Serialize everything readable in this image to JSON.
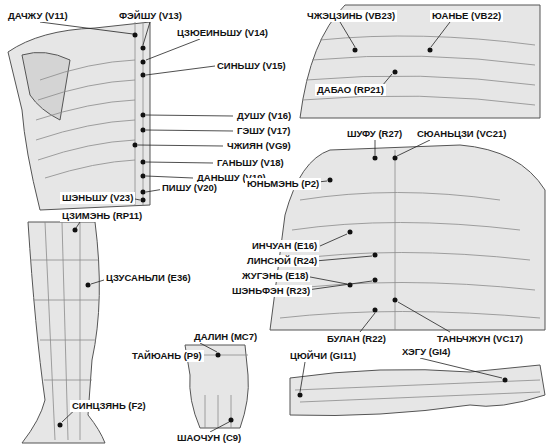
{
  "diagram": {
    "labels": [
      "ДАЧЖУ (V11)",
      "ФЭЙШУ (V13)",
      "ЦЗЮЕИНЬШУ (V14)",
      "СИНЬШУ (V15)",
      "ДУШУ (V16)",
      "ГЭШУ (V17)",
      "ЧЖИЯН (VG9)",
      "ГАНЬШУ (V18)",
      "ДАНЬШУ (V19)",
      "ПИШУ (V20)",
      "ШЭНЬШУ (V23)",
      "ЧЖЭЦЗИНЬ (VB23)",
      "ЮАНЬЕ (VB22)",
      "ДАБАО (RP21)",
      "ШУФУ (R27)",
      "СЮАНЬЦЗИ (VC21)",
      "ЮНЬМЭНЬ (P2)",
      "ИНЧУАН (E16)",
      "ЛИНСЮЙ (R24)",
      "ЖУГЭНЬ (E18)",
      "ШЭНЬФЭН (R23)",
      "БУЛАН (R22)",
      "ТАНЬЧЖУН (VC17)",
      "ЦЗИМЭНЬ (RP11)",
      "ЦЗУСАНЬЛИ (E36)",
      "ДАЛИН (MC7)",
      "ТАЙЮАНЬ (P9)",
      "ШАОЧУН (C9)",
      "ЦЮЙЧИ (GI11)",
      "ХЭГУ (GI4)",
      "СИНЦЗЯНЬ (F2)"
    ]
  }
}
